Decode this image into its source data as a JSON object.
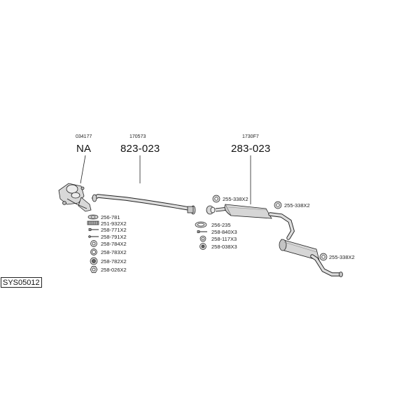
{
  "diagram": {
    "system_code": "SYS05012",
    "groups": [
      {
        "oem": "034177",
        "part": "NA"
      },
      {
        "oem": "170573",
        "part": "823-023"
      },
      {
        "oem": "1730F7",
        "part": "283-023"
      }
    ],
    "fittings_left": [
      "256-781",
      "251-932X2",
      "258-771X2",
      "258-791X2",
      "258-784X2",
      "258-783X2",
      "258-782X2",
      "258-026X2"
    ],
    "fittings_mid": [
      "255-338X2",
      "256-235",
      "258-840X3",
      "258-117X3",
      "258-038X3"
    ],
    "fittings_right": [
      "255-338X2",
      "255-338X2"
    ]
  }
}
